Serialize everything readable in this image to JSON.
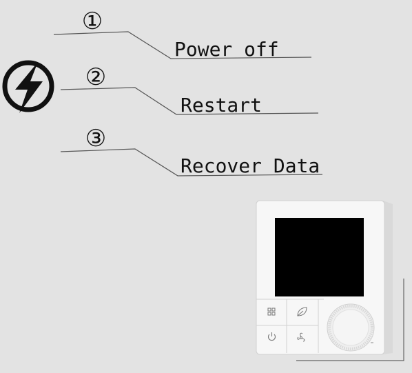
{
  "steps": [
    {
      "number": "①",
      "label": "Power off"
    },
    {
      "number": "②",
      "label": "Restart"
    },
    {
      "number": "③",
      "label": "Recover Data"
    }
  ],
  "icons": {
    "power": "lightning-bolt-icon",
    "device_buttons": [
      "grid-icon",
      "leaf-icon",
      "power-icon",
      "fan-icon"
    ]
  },
  "colors": {
    "background": "#e3e3e3",
    "ink": "#111111",
    "device_body": "#f6f6f6",
    "screen": "#000000"
  }
}
